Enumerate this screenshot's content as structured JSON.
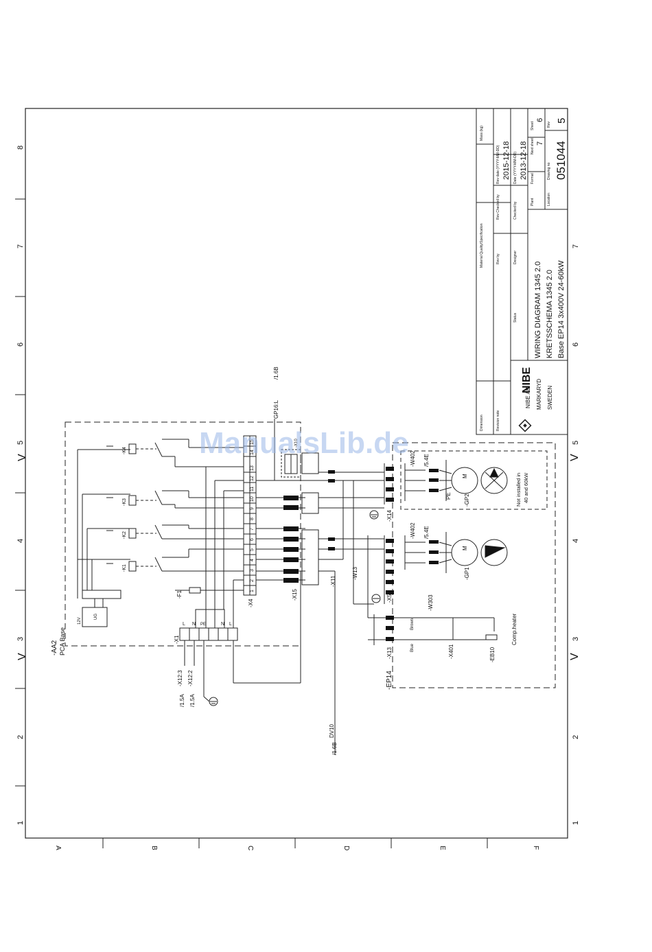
{
  "watermark": "ManualsLib.de",
  "frame": {
    "top_numbers": [
      "8",
      "7",
      "6",
      "5",
      "4",
      "3",
      "2",
      "1"
    ],
    "right_numbers": [
      "7",
      "6",
      "5",
      "4",
      "3",
      "2",
      "1"
    ],
    "bottom_letters": [
      "A",
      "B",
      "C",
      "D",
      "E",
      "F"
    ],
    "markers": [
      "V",
      "V",
      "V",
      "V"
    ]
  },
  "title_block": {
    "company": [
      "NIBE AB",
      "MARKARYD",
      "SWEDEN"
    ],
    "logo": "NIBE",
    "title_1": "WIRING DIAGRAM 1345 2.0",
    "title_2": "KRETSSCHEMA 1345 2.0",
    "title_3": "Base EP14 3x400V 24-60kW",
    "labels": {
      "dimension": "Dimension",
      "revision_note": "Revision note",
      "material": "Material Quality/Specification",
      "mass": "Mass (kg)",
      "status": "Status",
      "rev_by": "Rev by",
      "rev_checked": "Rev Checked by",
      "rev_date": "Rev date (YYYY-MM-DD)",
      "designer": "Designer",
      "checked_by": "Checked by",
      "date": "Date (YYYY-MM-DD)",
      "plant": "Plant",
      "format": "Format",
      "next_sheet": "Next sheet",
      "sheet": "Sheet",
      "location": "Location",
      "drawing_no": "Drawing no",
      "rev": "Rev"
    },
    "rev_date_value": "2015-12-18",
    "date_value": "2013-12-18",
    "next_sheet_value": "7",
    "sheet_value": "6",
    "drawing_no_value": "051044",
    "rev_value": "5"
  },
  "labels": {
    "aa2": "-AA2",
    "pca": "PCA Base",
    "ep14": "-EP14",
    "x1": "-X1",
    "x4": "-X4",
    "x15": "-X15",
    "x10": "-X10",
    "x11": "-X11",
    "w13": "-W13",
    "x14": "-X14",
    "x5": "-X5",
    "x13": "-X13",
    "w303": "-W303",
    "x401": "-X401",
    "w402a": "-W402",
    "w402b": "-W402",
    "gp1": "-GP1",
    "gp2": "-GP2",
    "eb10": "-EB10",
    "f1": "-F1",
    "k1": "-K1",
    "k2": "-K2",
    "k3": "-K3",
    "k4": "-K4",
    "x12_3": "-X12:3",
    "x12_2": "-X12:2",
    "ref_15a_1": "/1.5A",
    "ref_15a_2": "/1.5A",
    "ref_16b": "/1.6B",
    "ref_16b_2": "/1.6B",
    "gp16": "GP16:L",
    "dv10": "DV10",
    "ref_54e_1": "/5.4E",
    "ref_54e_2": "/5.4E",
    "not_installed_1": "Not installed in",
    "not_installed_2": "40 and 60kW",
    "comp_heater": "Comp.heater",
    "brown": "Brown",
    "blue": "Blue",
    "pe": "PE",
    "m": "M",
    "ug": "UG",
    "v12": "12V"
  },
  "x4_terminals": [
    "1",
    "2",
    "3",
    "4",
    "5",
    "6",
    "7",
    "8",
    "9",
    "10",
    "11",
    "12",
    "13",
    "14",
    "15"
  ],
  "x1_terminals": [
    "L",
    "N",
    "PE",
    "N",
    "L"
  ]
}
